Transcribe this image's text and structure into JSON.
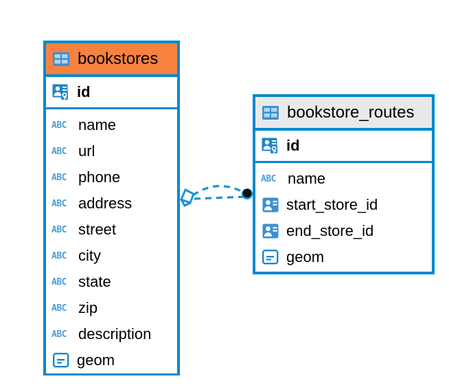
{
  "diagram": {
    "type": "entity-relationship-diagram",
    "background_color": "#FFFFFF",
    "accent_color": "#0089CF",
    "highlight_color": "#F7813F",
    "header_gray": "#E9E9E9"
  },
  "tables": [
    {
      "name": "bookstores",
      "title": "bookstores",
      "header_style": "orange",
      "primary_key": {
        "label": "id",
        "icon": "primary-key-icon"
      },
      "fields": [
        {
          "label": "name",
          "icon": "text-abc-icon"
        },
        {
          "label": "url",
          "icon": "text-abc-icon"
        },
        {
          "label": "phone",
          "icon": "text-abc-icon"
        },
        {
          "label": "address",
          "icon": "text-abc-icon"
        },
        {
          "label": "street",
          "icon": "text-abc-icon"
        },
        {
          "label": "city",
          "icon": "text-abc-icon"
        },
        {
          "label": "state",
          "icon": "text-abc-icon"
        },
        {
          "label": "zip",
          "icon": "text-abc-icon"
        },
        {
          "label": "description",
          "icon": "text-abc-icon"
        },
        {
          "label": "geom",
          "icon": "geometry-icon"
        }
      ]
    },
    {
      "name": "bookstore_routes",
      "title": "bookstore_routes",
      "header_style": "gray",
      "primary_key": {
        "label": "id",
        "icon": "primary-key-icon"
      },
      "fields": [
        {
          "label": "name",
          "icon": "text-abc-icon"
        },
        {
          "label": "start_store_id",
          "icon": "foreign-key-icon"
        },
        {
          "label": "end_store_id",
          "icon": "foreign-key-icon"
        },
        {
          "label": "geom",
          "icon": "geometry-icon"
        }
      ]
    }
  ],
  "relationship": {
    "from_table": "bookstores",
    "to_table": "bookstore_routes",
    "line_style": "dashed",
    "line_color": "#0089CF",
    "source_marker": "diamond-outline-marker",
    "target_marker": "filled-circle-marker",
    "cardinality_count": 2
  },
  "icons": {
    "table-grid-icon": "table-grid-icon",
    "primary-key-icon": "primary-key-icon",
    "foreign-key-icon": "foreign-key-icon",
    "text-abc-icon": "ABC",
    "geometry-icon": "geometry-icon"
  }
}
